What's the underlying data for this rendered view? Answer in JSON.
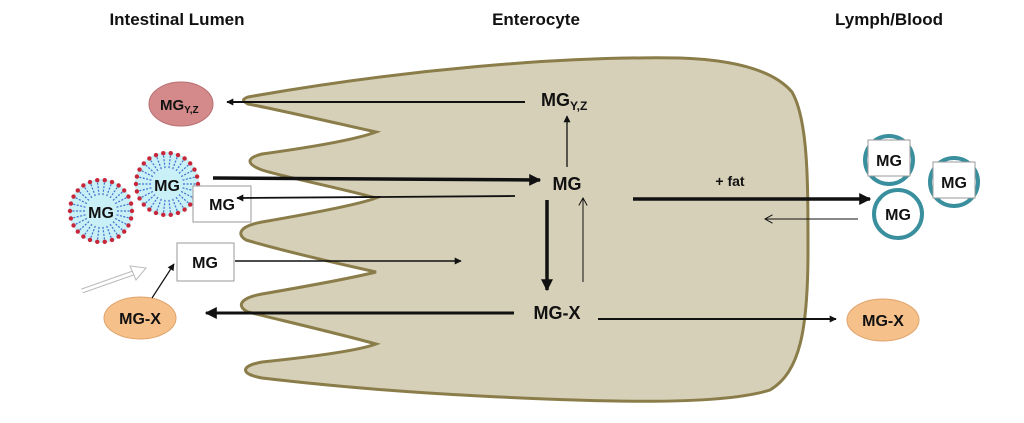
{
  "headers": {
    "lumen": "Intestinal Lumen",
    "enterocyte": "Enterocyte",
    "lymph": "Lymph/Blood"
  },
  "center": {
    "mg": "MG",
    "mgx": "MG-X",
    "mgyz_main": "MG",
    "mgyz_sub": "Y,Z",
    "fat": "+ fat"
  },
  "lumen": {
    "mgyz_main": "MG",
    "mgyz_sub": "Y,Z",
    "micelle_1": "MG",
    "micelle_2": "MG",
    "box_1": "MG",
    "box_2": "MG",
    "mgx": "MG-X"
  },
  "lymph": {
    "lipo_1": "MG",
    "lipo_2": "MG",
    "lipo_3": "MG",
    "mgx": "MG-X"
  },
  "colors": {
    "cell_fill": "#d6d0b8",
    "cell_stroke": "#8a7d4a",
    "mgyz_oval": "#d48a8a",
    "mgx_oval": "#f5c08a",
    "micelle_core": "#c9f0f6",
    "micelle_tail": "#3f6fd0",
    "micelle_head": "#c8263a",
    "lipoprotein_ring": "#3a8f9f"
  }
}
